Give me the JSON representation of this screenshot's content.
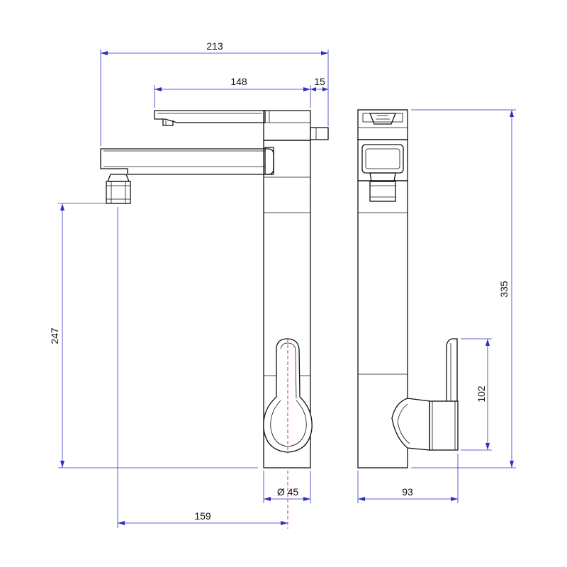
{
  "dimensions": {
    "overall_width": "213",
    "handle_length": "148",
    "handle_tip": "15",
    "total_height": "335",
    "spout_height": "247",
    "lever_height": "102",
    "body_diameter": "Ø 45",
    "side_depth": "93",
    "spout_reach": "159"
  },
  "colors": {
    "dimension_lines": "#2f2fc8",
    "object_lines": "#111111",
    "center_lines": "#c03030"
  }
}
